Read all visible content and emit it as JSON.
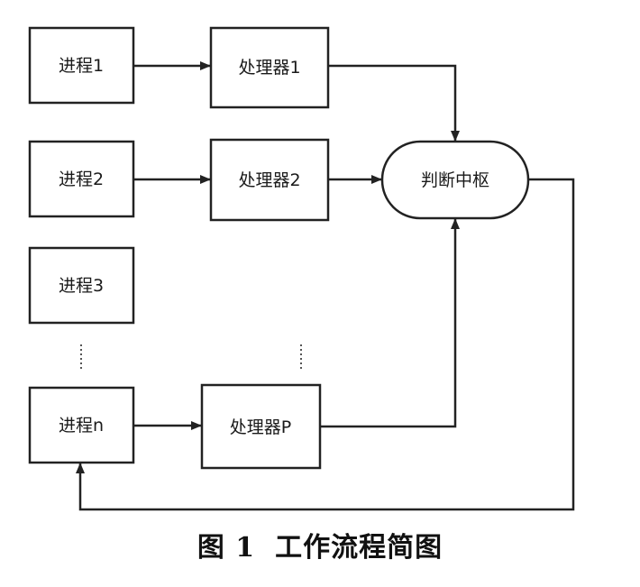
{
  "nodes": {
    "process1": "进程1",
    "process2": "进程2",
    "process3": "进程3",
    "processN": "进程n",
    "processor1": "处理器1",
    "processor2": "处理器2",
    "processorP": "处理器P",
    "hub": "判断中枢"
  },
  "caption": {
    "number": "图 1",
    "title": "工作流程简图"
  },
  "colors": {
    "stroke": "#222222"
  }
}
